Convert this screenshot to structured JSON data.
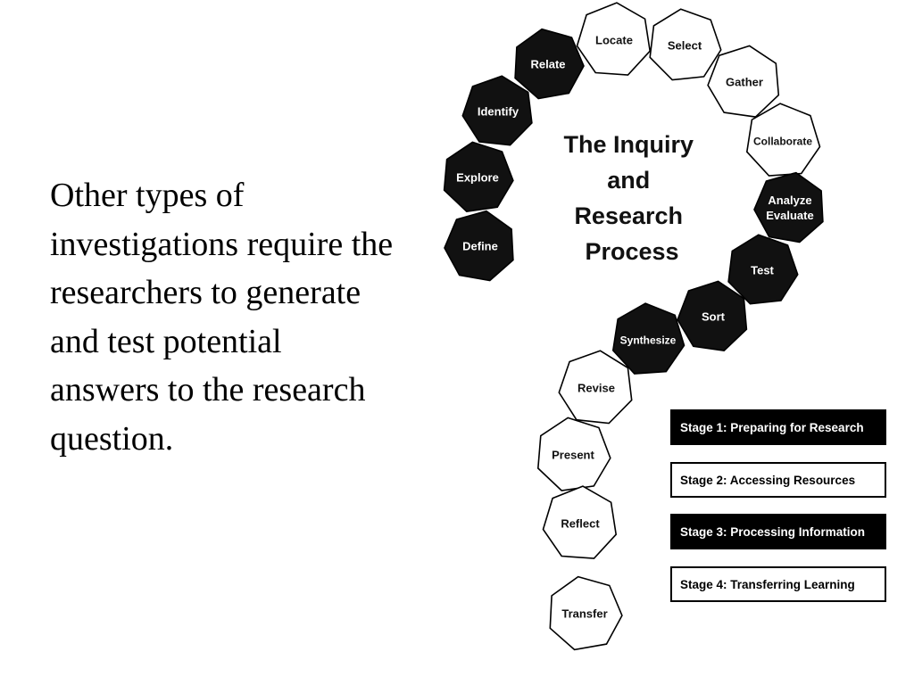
{
  "text": {
    "body": "Other types of investigations require the researchers to generate and test potential answers to the research question."
  },
  "diagram": {
    "title_lines": [
      "The Inquiry",
      "and",
      "Research",
      "Process"
    ],
    "steps": [
      {
        "id": "define",
        "lines": [
          "Define"
        ],
        "stage": 1
      },
      {
        "id": "explore",
        "lines": [
          "Explore"
        ],
        "stage": 1
      },
      {
        "id": "identify",
        "lines": [
          "Identify"
        ],
        "stage": 1
      },
      {
        "id": "relate",
        "lines": [
          "Relate"
        ],
        "stage": 1
      },
      {
        "id": "locate",
        "lines": [
          "Locate"
        ],
        "stage": 2
      },
      {
        "id": "select",
        "lines": [
          "Select"
        ],
        "stage": 2
      },
      {
        "id": "gather",
        "lines": [
          "Gather"
        ],
        "stage": 2
      },
      {
        "id": "collaborate",
        "lines": [
          "Collaborate"
        ],
        "stage": 2
      },
      {
        "id": "analyze-evaluate",
        "lines": [
          "Analyze",
          "Evaluate"
        ],
        "stage": 3
      },
      {
        "id": "test",
        "lines": [
          "Test"
        ],
        "stage": 3
      },
      {
        "id": "sort",
        "lines": [
          "Sort"
        ],
        "stage": 3
      },
      {
        "id": "synthesize",
        "lines": [
          "Synthesize"
        ],
        "stage": 3
      },
      {
        "id": "revise",
        "lines": [
          "Revise"
        ],
        "stage": 4
      },
      {
        "id": "present",
        "lines": [
          "Present"
        ],
        "stage": 4
      },
      {
        "id": "reflect",
        "lines": [
          "Reflect"
        ],
        "stage": 4
      },
      {
        "id": "transfer",
        "lines": [
          "Transfer"
        ],
        "stage": 4
      }
    ],
    "legend": [
      {
        "label": "Stage 1: Preparing for Research",
        "style": "dark"
      },
      {
        "label": "Stage 2: Accessing Resources",
        "style": "light"
      },
      {
        "label": "Stage 3: Processing Information",
        "style": "dark"
      },
      {
        "label": "Stage 4: Transferring Learning",
        "style": "light"
      }
    ],
    "colors": {
      "dark_fill": "#111111",
      "light_fill": "#ffffff",
      "stroke": "#000000"
    }
  }
}
